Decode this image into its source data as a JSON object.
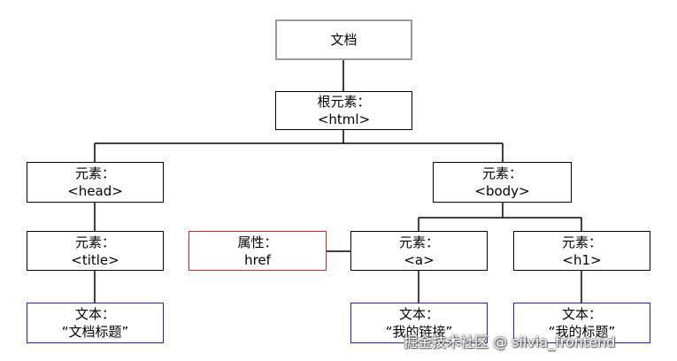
{
  "diagram": {
    "document": "文档",
    "root": {
      "line1": "根元素：",
      "line2": "<html>"
    },
    "head": {
      "line1": "元素：",
      "line2": "<head>"
    },
    "body": {
      "line1": "元素：",
      "line2": "<body>"
    },
    "title": {
      "line1": "元素：",
      "line2": "<title>"
    },
    "attribute": {
      "line1": "属性：",
      "line2": "href"
    },
    "a": {
      "line1": "元素：",
      "line2": "<a>"
    },
    "h1": {
      "line1": "元素：",
      "line2": "<h1>"
    },
    "text_title": {
      "line1": "文本：",
      "line2": "“文档标题”"
    },
    "text_a": {
      "line1": "文本：",
      "line2": "“我的链接”"
    },
    "text_h1": {
      "line1": "文本：",
      "line2": "“我的标题”"
    }
  },
  "colors": {
    "document_border": "#9a9a9a",
    "element_border": "#000000",
    "text_border": "#2222aa",
    "attribute_border": "#dd2222"
  },
  "watermark": "掘金技术社区 @ silvia_frontend"
}
